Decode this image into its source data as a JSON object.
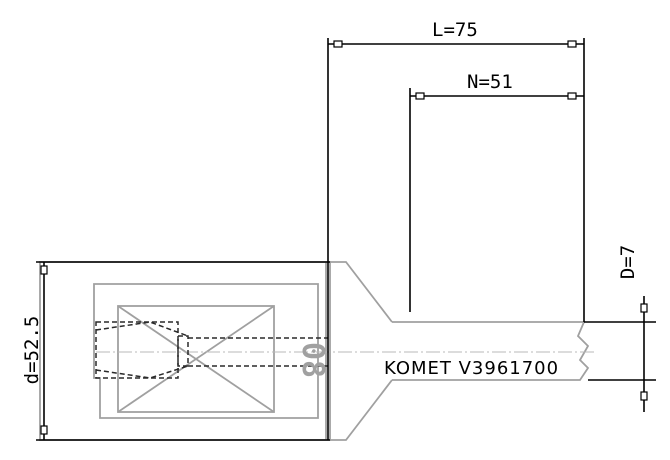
{
  "dimensions": {
    "L": {
      "label": "L=75"
    },
    "N": {
      "label": "N=51"
    },
    "D": {
      "label": "D=7"
    },
    "d": {
      "label": "d=52.5"
    }
  },
  "marking": "KOMET V3961700",
  "size_mark": "08",
  "colors": {
    "outline": "#a0a0a0",
    "dimension": "#000000",
    "hidden_line": "#2a2a2a",
    "background": "#ffffff"
  }
}
